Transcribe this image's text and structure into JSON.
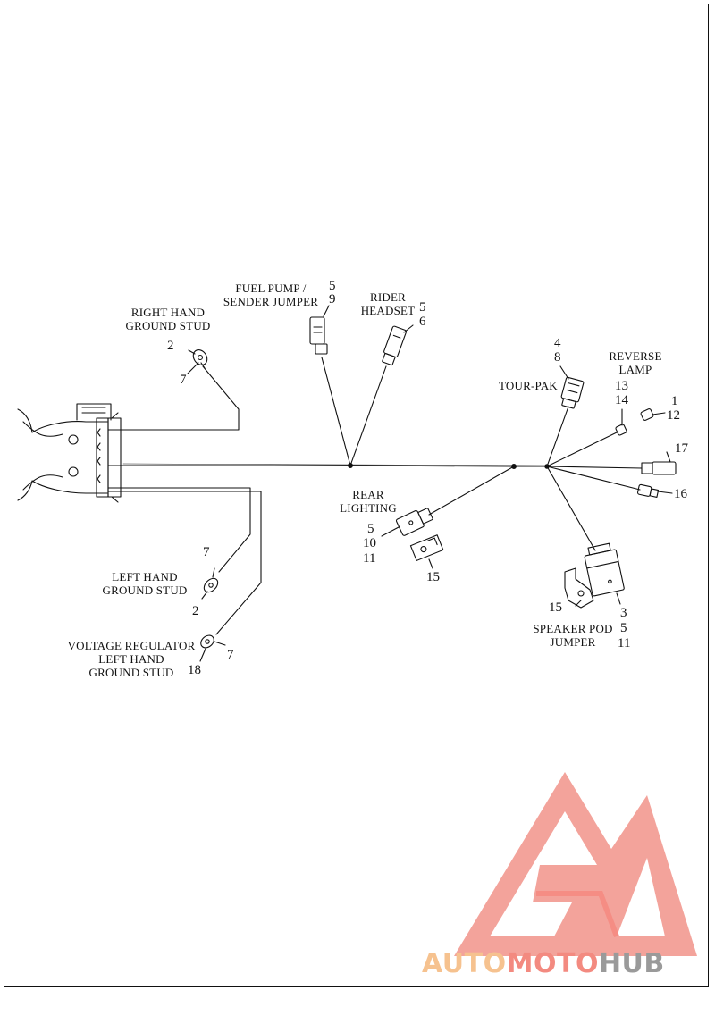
{
  "labels": {
    "right_ground": [
      "RIGHT HAND",
      "GROUND STUD"
    ],
    "fuel_pump": [
      "FUEL PUMP /",
      "SENDER JUMPER"
    ],
    "rider_headset": [
      "RIDER",
      "HEADSET"
    ],
    "tour_pak": "TOUR-PAK",
    "reverse_lamp": [
      "REVERSE",
      "LAMP"
    ],
    "rear_lighting": [
      "REAR",
      "LIGHTING"
    ],
    "left_ground": [
      "LEFT HAND",
      "GROUND STUD"
    ],
    "voltage_regulator": [
      "VOLTAGE REGULATOR",
      "LEFT HAND",
      "GROUND STUD"
    ],
    "speaker_pod": [
      "SPEAKER POD",
      "JUMPER"
    ]
  },
  "callouts": {
    "right_ground": [
      "2",
      "7"
    ],
    "fuel_pump": [
      "5",
      "9"
    ],
    "rider_headset": [
      "5",
      "6"
    ],
    "tour_pak": [
      "4",
      "8"
    ],
    "reverse_lamp": [
      "13",
      "14"
    ],
    "connector_1": [
      "1",
      "12"
    ],
    "connector_17": "17",
    "connector_16": "16",
    "rear_lighting": [
      "5",
      "10",
      "11"
    ],
    "rear_bracket": "15",
    "left_ground": [
      "7",
      "2"
    ],
    "voltage_regulator": [
      "7",
      "18"
    ],
    "speaker_bracket": "15",
    "speaker_pod": [
      "3",
      "5",
      "11"
    ]
  },
  "watermark": {
    "part1": "AUTO",
    "part2": "MOTO",
    "part3": "HUB"
  },
  "colors": {
    "line": "#111111",
    "logo_outer": "#f3a39b",
    "logo_inner": "#f58d84",
    "wm_orange": "#f6c28f",
    "wm_grey": "#9a9a9a"
  }
}
